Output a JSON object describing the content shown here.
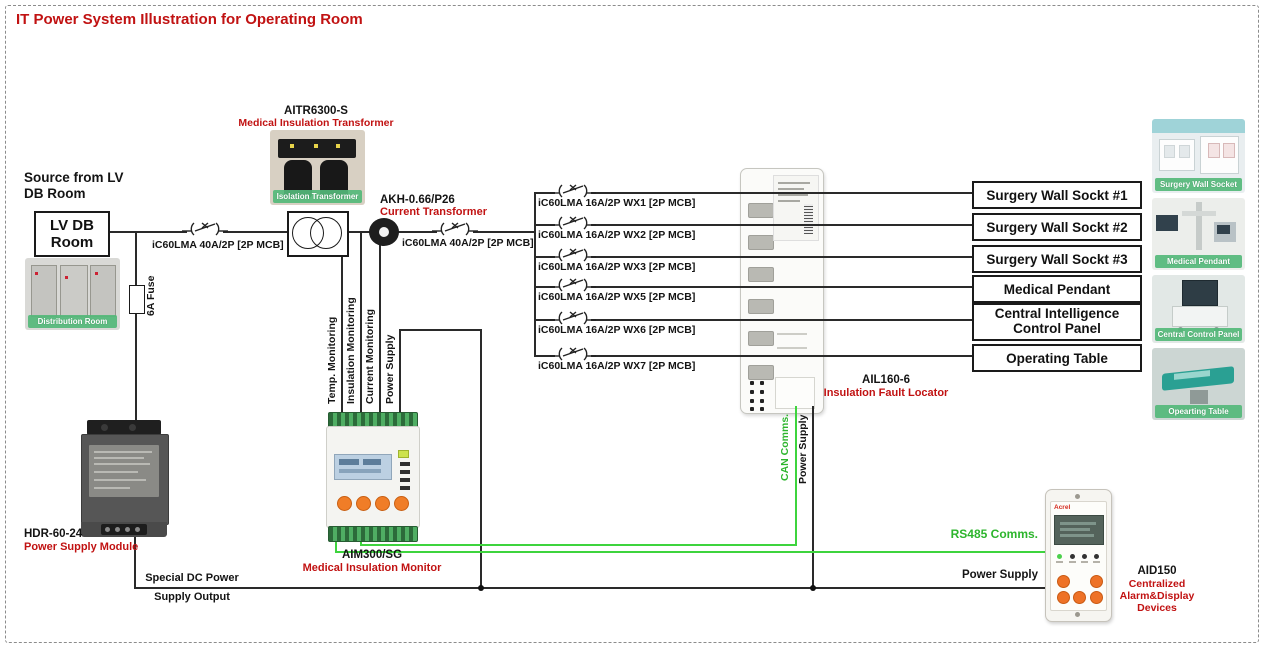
{
  "title": "IT Power System Illustration for Operating Room",
  "source": {
    "heading": "Source from LV DB Room",
    "box": "LV DB Room",
    "photo_caption": "Distribution Room",
    "fuse": "6A Fuse"
  },
  "feeders": {
    "main_breaker": "iC60LMA 40A/2P [2P MCB]",
    "secondary_breaker": "iC60LMA 40A/2P [2P MCB]"
  },
  "isolation_transformer": {
    "model": "AITR6300-S",
    "name": "Medical Insulation Transformer",
    "photo_caption": "Isolation Transformer"
  },
  "current_transformer": {
    "model": "AKH-0.66/P26",
    "name": "Current Transformer"
  },
  "branches": [
    {
      "breaker": "iC60LMA 16A/2P WX1 [2P MCB]",
      "load": "Surgery Wall Sockt #1"
    },
    {
      "breaker": "iC60LMA 16A/2P WX2 [2P MCB]",
      "load": "Surgery Wall Sockt #2"
    },
    {
      "breaker": "iC60LMA 16A/2P WX3 [2P MCB]",
      "load": "Surgery Wall Sockt #3"
    },
    {
      "breaker": "iC60LMA 16A/2P WX5 [2P MCB]",
      "load": "Medical Pendant"
    },
    {
      "breaker": "iC60LMA 16A/2P WX6 [2P MCB]",
      "load": "Central  Intelligence Control Panel"
    },
    {
      "breaker": "iC60LMA 16A/2P WX7 [2P MCB]",
      "load": "Operating Table"
    }
  ],
  "fault_locator": {
    "model": "AIL160-6",
    "name": "Insulation Fault Locator"
  },
  "insulation_monitor": {
    "model": "AIM300/SG",
    "name": "Medical Insulation Monitor",
    "inputs": {
      "temp": "Temp. Monitoring",
      "insulation": "Insulation Monitoring",
      "current": "Current Monitoring",
      "power": "Power Supply"
    }
  },
  "power_module": {
    "model": "HDR-60-24",
    "name": "Power Supply Module",
    "output_line1": "Special DC Power",
    "output_line2": "Supply Output"
  },
  "alarm_display": {
    "model": "AID150",
    "name": "Centralized Alarm&Display Devices",
    "brand": "Acrel"
  },
  "comms": {
    "can": "CAN Comms.",
    "rs485": "RS485 Comms.",
    "locator_power": "Power Supply",
    "display_power": "Power Supply"
  },
  "photos": {
    "wall_socket": "Surgery Wall Socket",
    "pendant": "Medical Pendant",
    "control_panel": "Central Control Panel",
    "table": "Opearting Table"
  },
  "colors": {
    "accent_red": "#c11212",
    "wire_green": "#3ed43e",
    "banner_green": "#54b87a",
    "button_orange": "#ee7227"
  }
}
